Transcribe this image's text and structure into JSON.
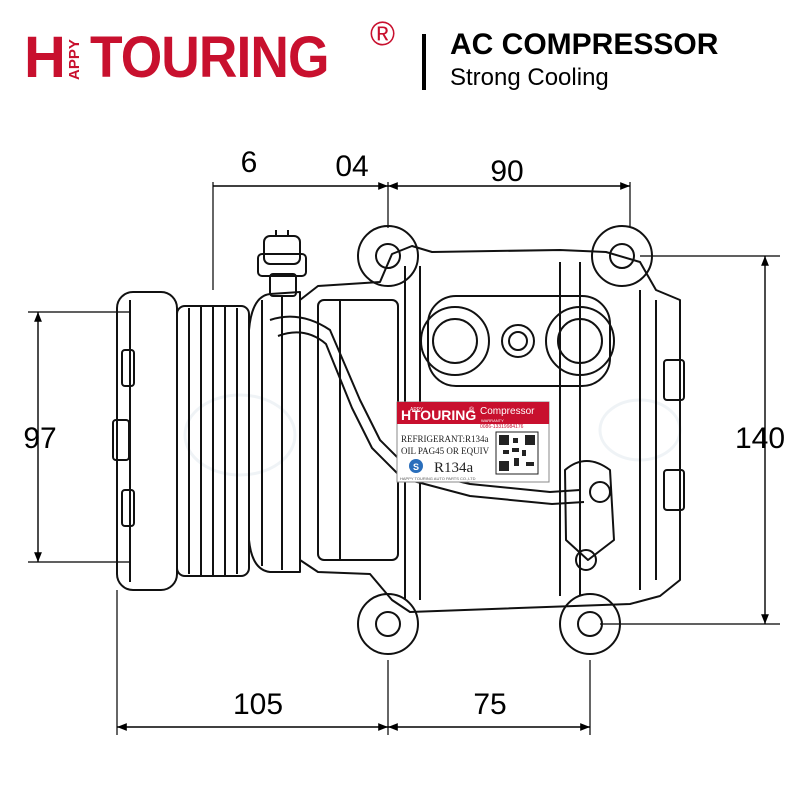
{
  "brand": {
    "h": "H",
    "appy": "APPY",
    "touring": "TOURING",
    "reg": "®",
    "color": "#c8102e"
  },
  "header": {
    "title": "AC COMPRESSOR",
    "subtitle": "Strong Cooling"
  },
  "dimensions": {
    "top_a": "6",
    "top_b": "04",
    "top_c": "90",
    "left": "97",
    "right": "140",
    "bottom_a": "105",
    "bottom_b": "75"
  },
  "label": {
    "brand_h": "H",
    "brand_appy": "APPY",
    "brand_touring": "TOURING",
    "brand_reg": "®",
    "compressor": "Compressor",
    "warranty": "WARRANTY",
    "phone": "0086-13319984176",
    "refrigerant": "REFRIGERANT:R134a",
    "oil": "OIL PAG45 OR EQUIV",
    "r134a": "R134a",
    "s_mark": "S",
    "footer": "HAPPY TOURING AUTO PARTS CO.,LTD"
  }
}
